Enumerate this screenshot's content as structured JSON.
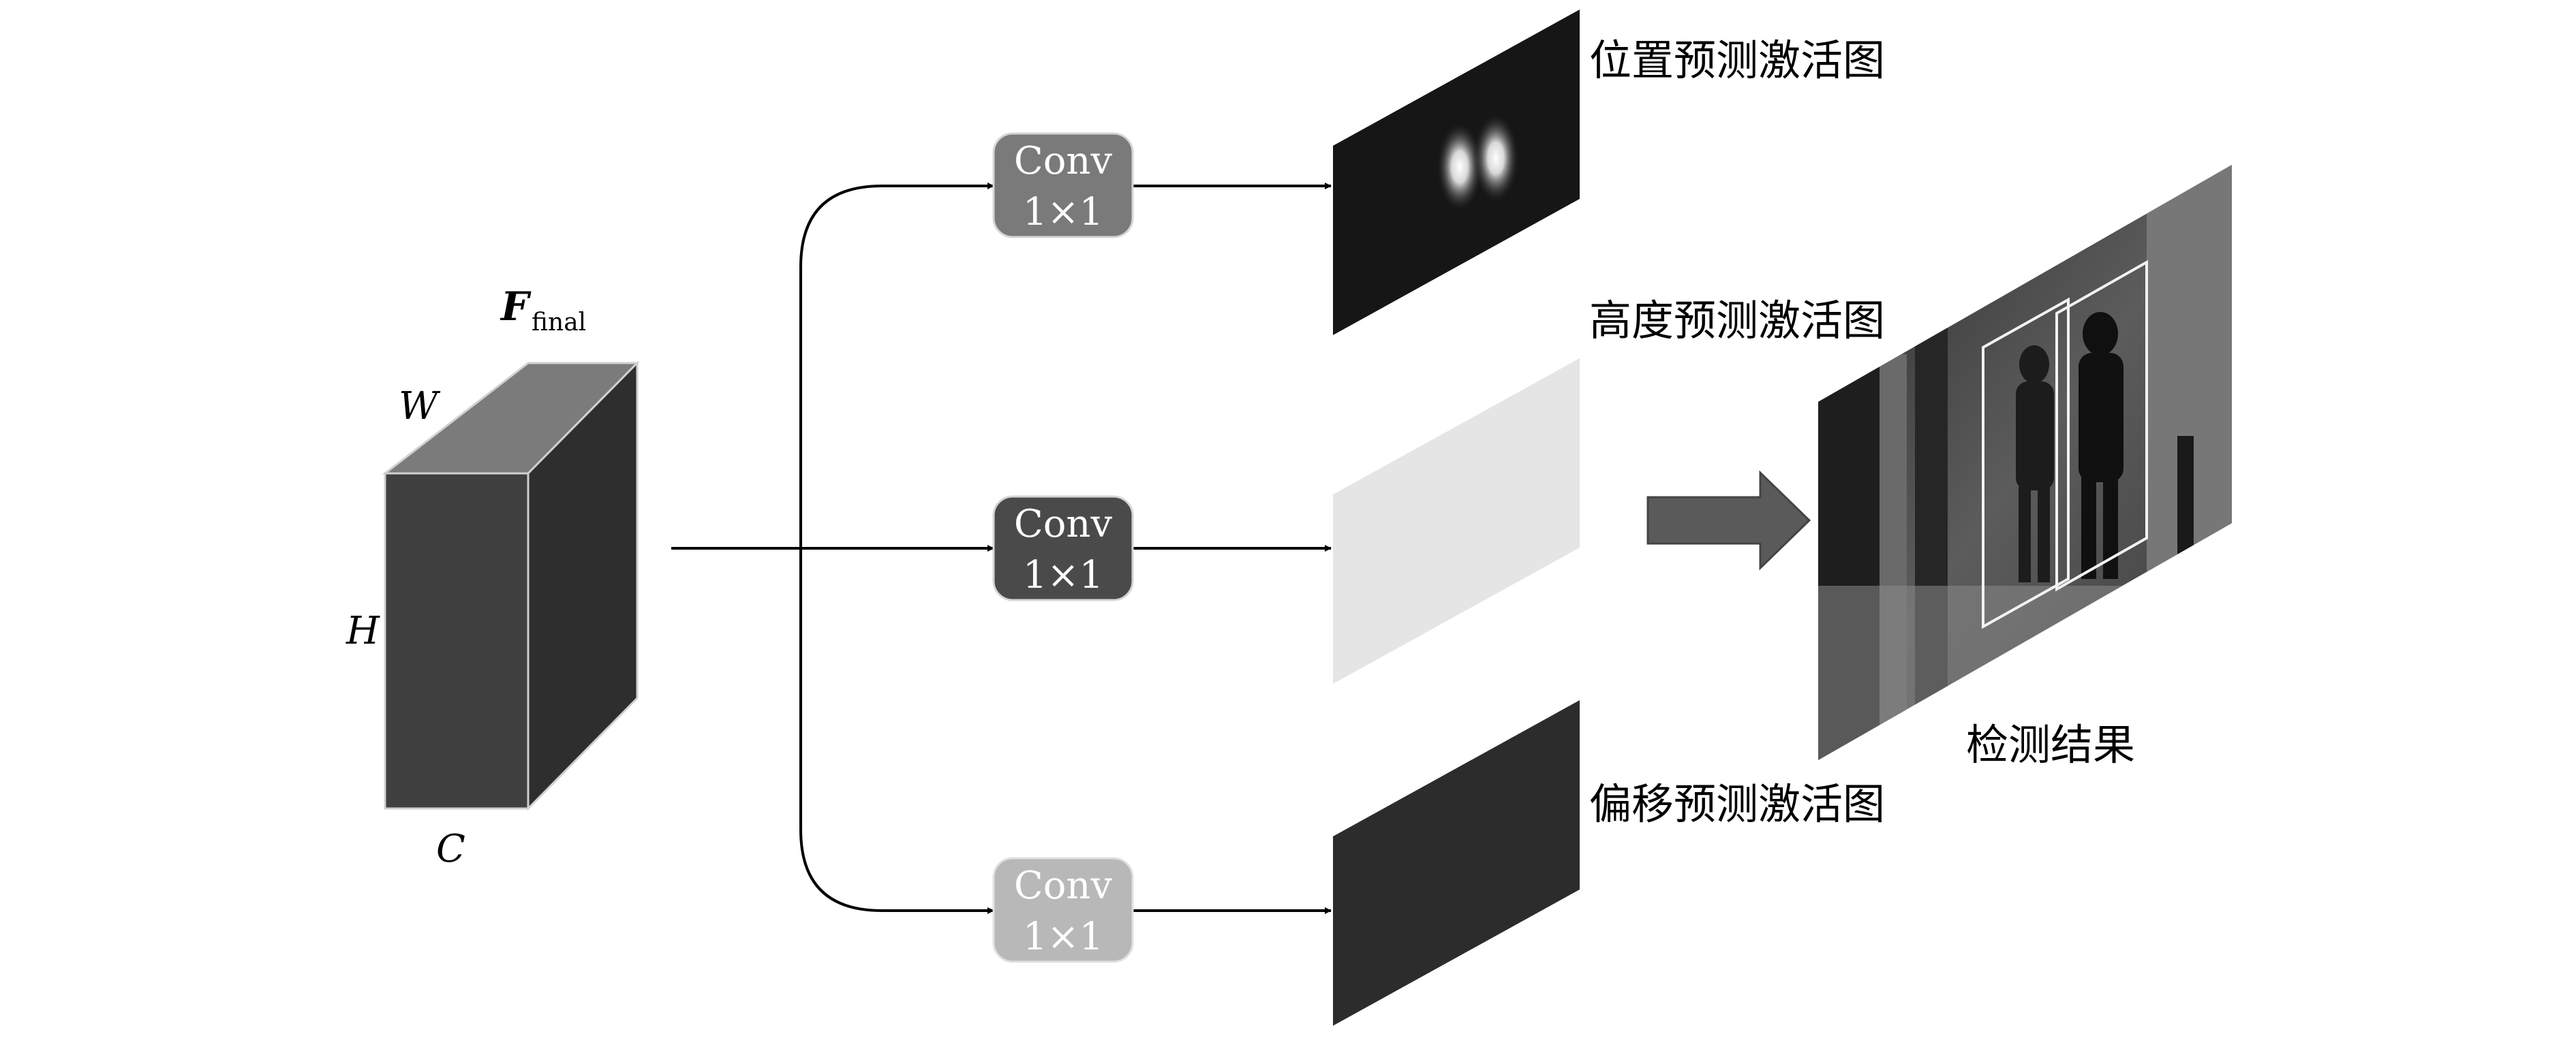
{
  "feature_map": {
    "symbol": "F",
    "subscript": "final",
    "dim_w": "W",
    "dim_h": "H",
    "dim_c": "C",
    "colors": {
      "front": "#404040",
      "top": "#7b7b7b",
      "side": "#2e2e2e"
    }
  },
  "conv_blocks": [
    {
      "line1": "Conv",
      "line2": "1×1",
      "color": "#7a7a7a"
    },
    {
      "line1": "Conv",
      "line2": "1×1",
      "color": "#4a4a4a"
    },
    {
      "line1": "Conv",
      "line2": "1×1",
      "color": "#b8b8b8"
    }
  ],
  "activation_maps": [
    {
      "label": "位置预测激活图",
      "color": "#161616"
    },
    {
      "label": "高度预测激活图",
      "color": "#e5e5e5"
    },
    {
      "label": "偏移预测激活图",
      "color": "#2c2c2c"
    }
  ],
  "result": {
    "label": "检测结果"
  },
  "colors": {
    "arrow": "#5a5a5a",
    "line": "#000000"
  }
}
